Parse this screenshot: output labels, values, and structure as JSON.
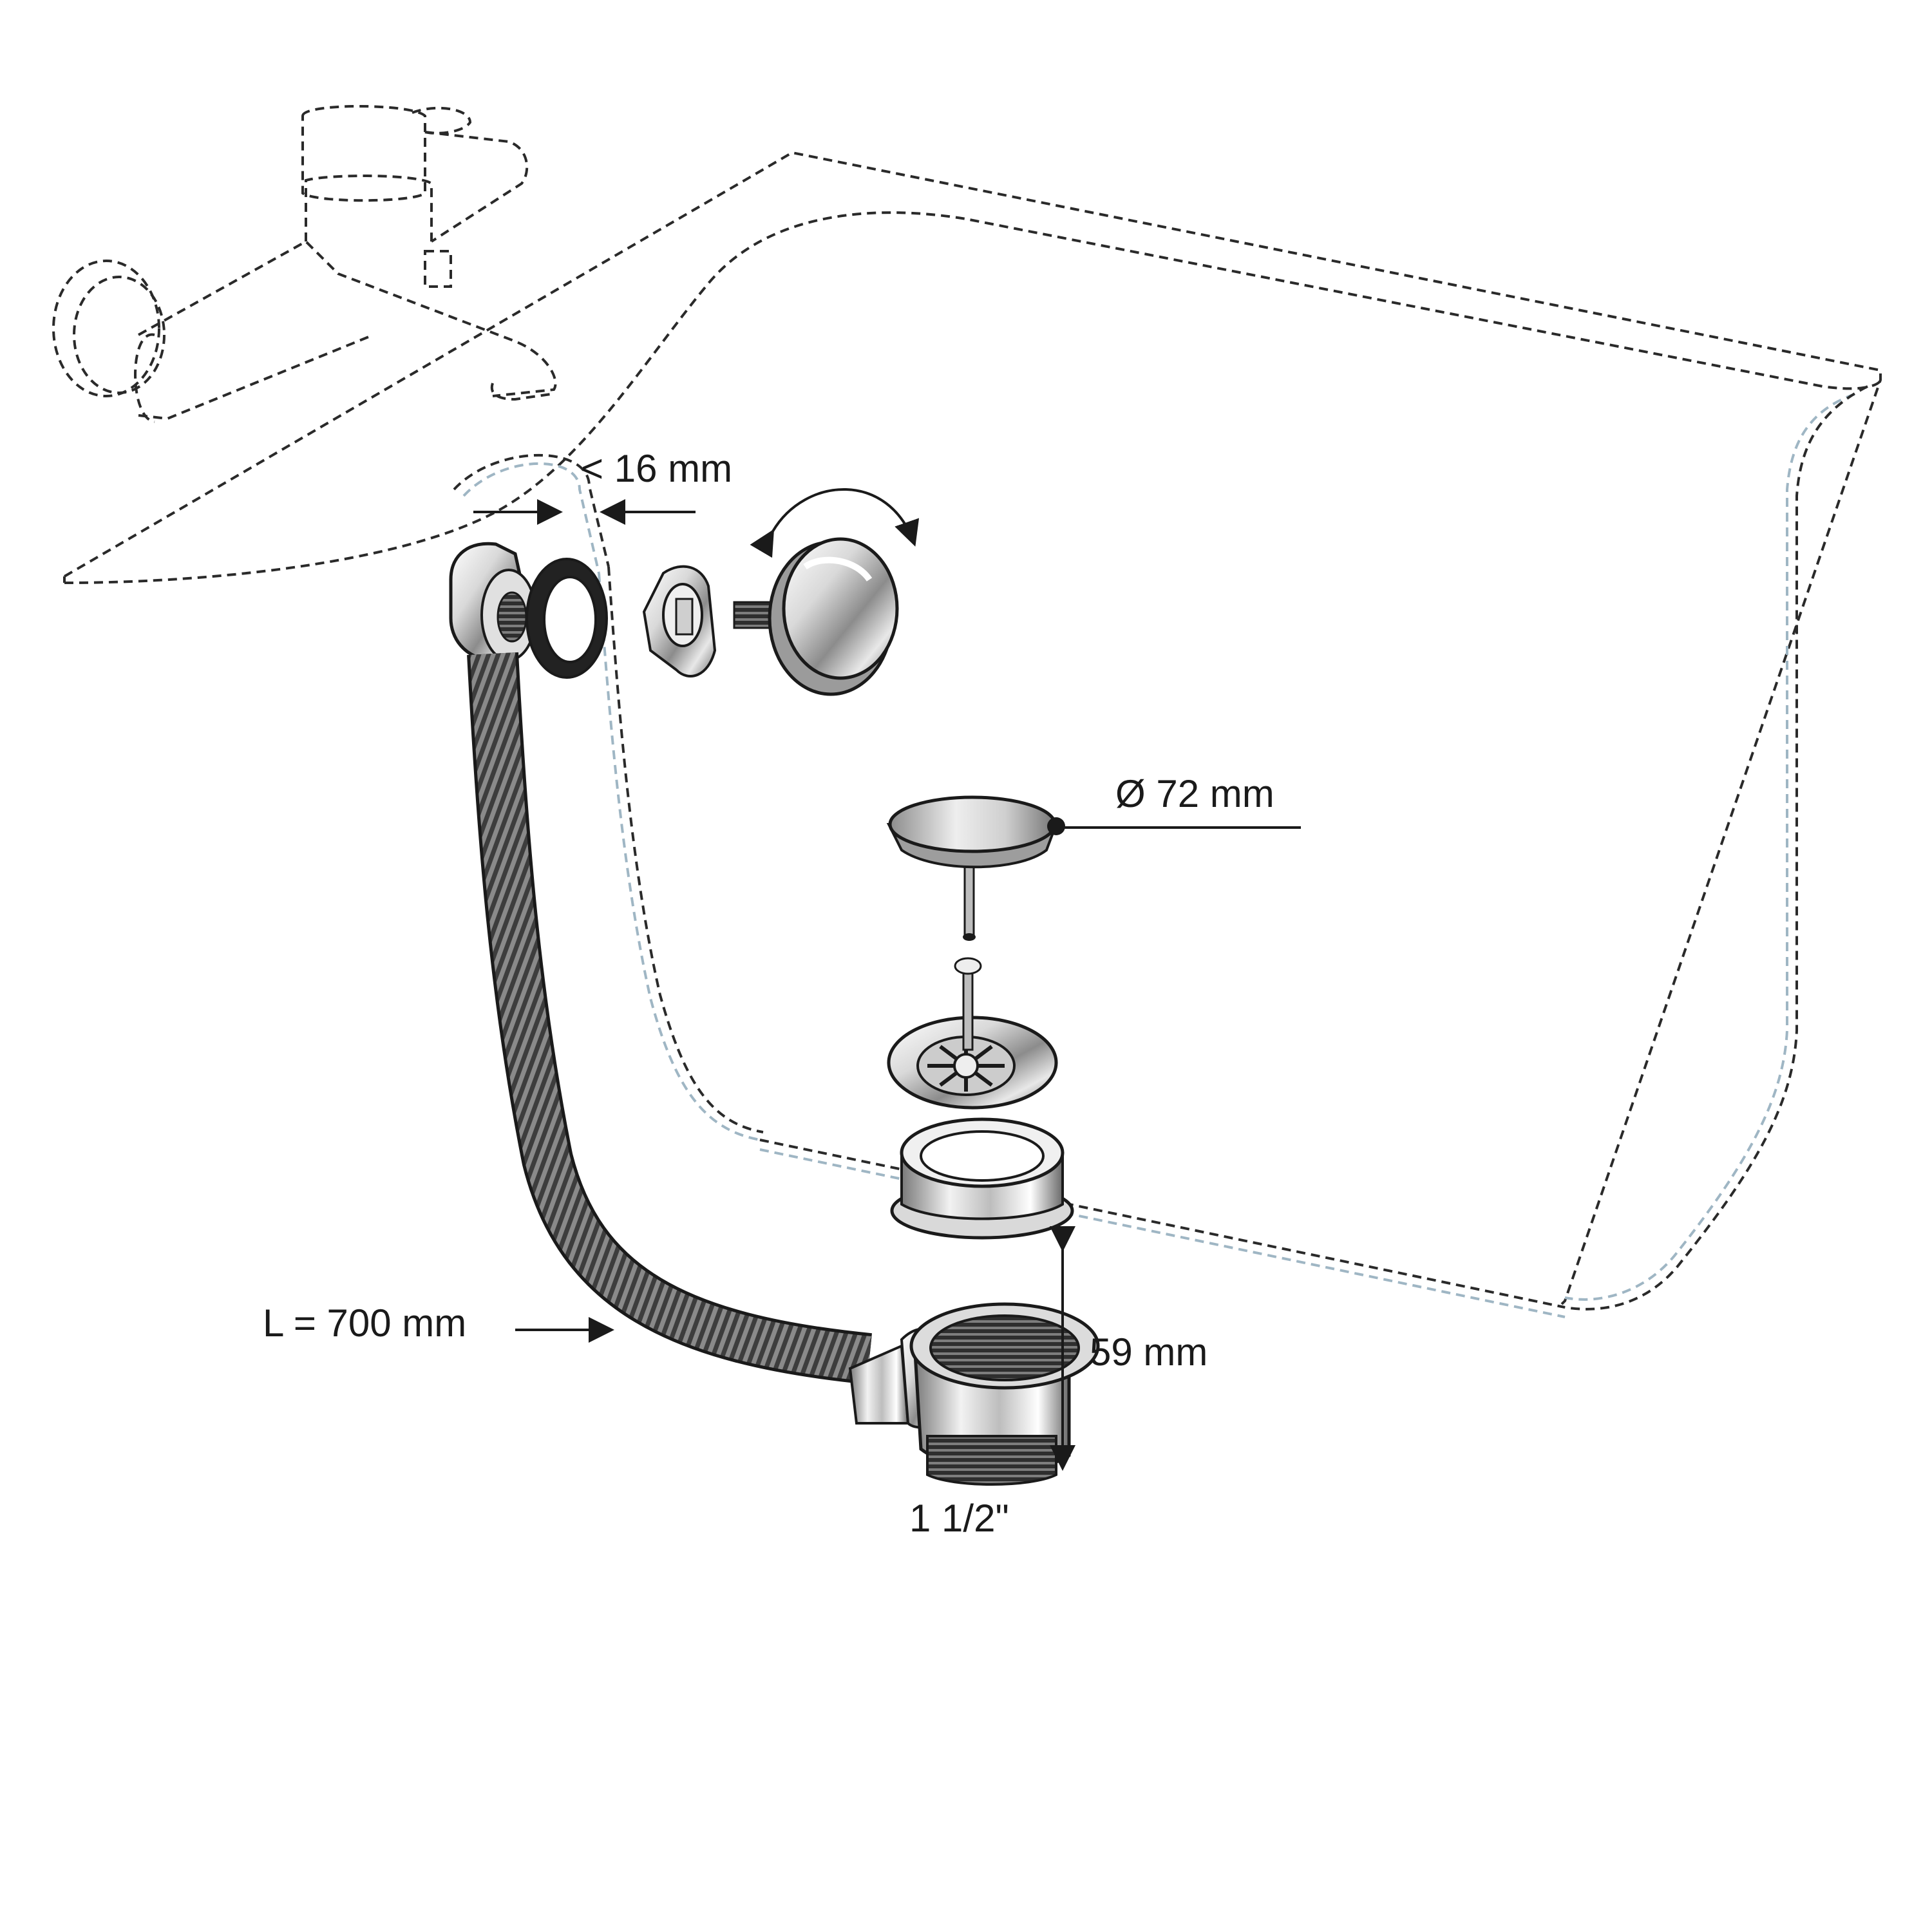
{
  "labels": {
    "overflow_gap": "< 16 mm",
    "plug_diameter": "Ø 72 mm",
    "hose_length": "L = 700 mm",
    "outlet_height": "59 mm",
    "outlet_thread": "1 1/2\""
  },
  "colors": {
    "line": "#1a1a1a",
    "dashed_outline": "#2a2a2a",
    "inner_edge": "#9fb6c4",
    "chrome_light": "#e6e6e6",
    "chrome_dark": "#6d6d6d",
    "hose": "#4a4a4a"
  },
  "icons": {
    "rotate": "curved-double-arrow-icon",
    "dimension_arrow": "arrow-icon"
  }
}
